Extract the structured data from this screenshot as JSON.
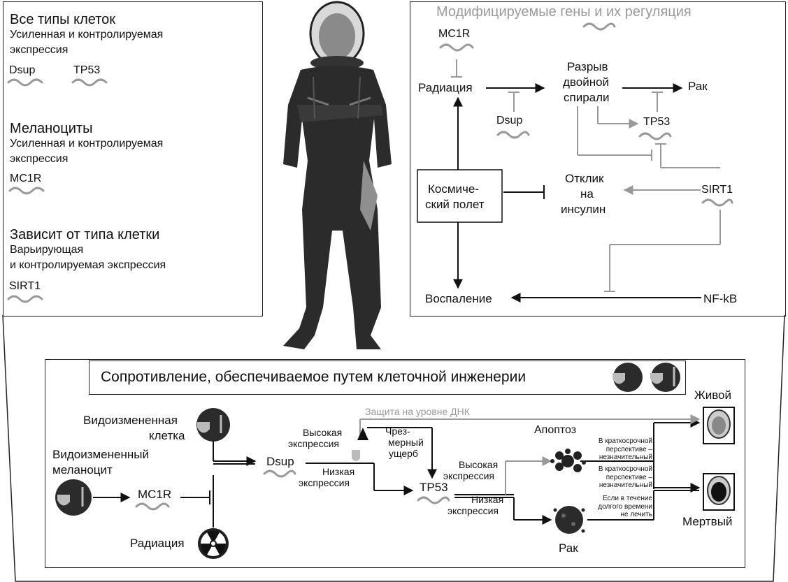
{
  "left_panel": {
    "group1": {
      "title": "Все типы клеток",
      "subtitle_1": "Усиленная и контролируемая",
      "subtitle_2": "экспрессия",
      "genes": [
        "Dsup",
        "TP53"
      ]
    },
    "group2": {
      "title": "Меланоциты",
      "subtitle_1": "Усиленная и контролируемая",
      "subtitle_2": "экспрессия",
      "genes": [
        "MC1R"
      ]
    },
    "group3": {
      "title": "Зависит от типа клетки",
      "subtitle_1": "Варьирующая",
      "subtitle_2": "и контролируемая экспрессия",
      "genes": [
        "SIRT1"
      ]
    }
  },
  "right_panel": {
    "title": "Модифицируемые гены и их регуляция",
    "nodes": {
      "mc1r": "MC1R",
      "radiation": "Радиация",
      "dsb_1": "Разрыв",
      "dsb_2": "двойной",
      "dsb_3": "спирали",
      "cancer": "Рак",
      "dsup": "Dsup",
      "tp53": "TP53",
      "spaceflight_1": "Космиче-",
      "spaceflight_2": "ский полет",
      "insulin_1": "Отклик",
      "insulin_2": "на",
      "insulin_3": "инсулин",
      "sirt1": "SIRT1",
      "inflammation": "Воспаление",
      "nfkb": "NF-kB"
    }
  },
  "bottom_panel": {
    "title": "Сопротивление, обеспечиваемое путем клеточной инженерии",
    "labels": {
      "modified_cell_1": "Видоизмененная",
      "modified_cell_2": "клетка",
      "modified_melanocyte_1": "Видоизмененный",
      "modified_melanocyte_2": "меланоцит",
      "mc1r": "MC1R",
      "radiation": "Радиация",
      "dsup": "Dsup",
      "dna_protection": "Защита на уровне ДНК",
      "high_expr_1_a": "Высокая",
      "high_expr_1_b": "экспрессия",
      "low_expr_1_a": "Низкая",
      "low_expr_1_b": "экспрессия",
      "damage_1": "Чрез-",
      "damage_2": "мерный",
      "damage_3": "ущерб",
      "tp53": "TP53",
      "high_expr_2_a": "Высокая",
      "high_expr_2_b": "экспрессия",
      "low_expr_2_a": "Низкая",
      "low_expr_2_b": "экспрессия",
      "apoptosis": "Апоптоз",
      "cancer": "Рак",
      "alive": "Живой",
      "dead": "Мертвый",
      "note1_1": "В краткосрочной",
      "note1_2": "перспективе –",
      "note1_3": "незначительный",
      "note2_1": "В краткосрочной",
      "note2_2": "перспективе –",
      "note2_3": "незначительный",
      "note3_1": "Если в течение",
      "note3_2": "долгого времени",
      "note3_3": "не лечить"
    }
  }
}
